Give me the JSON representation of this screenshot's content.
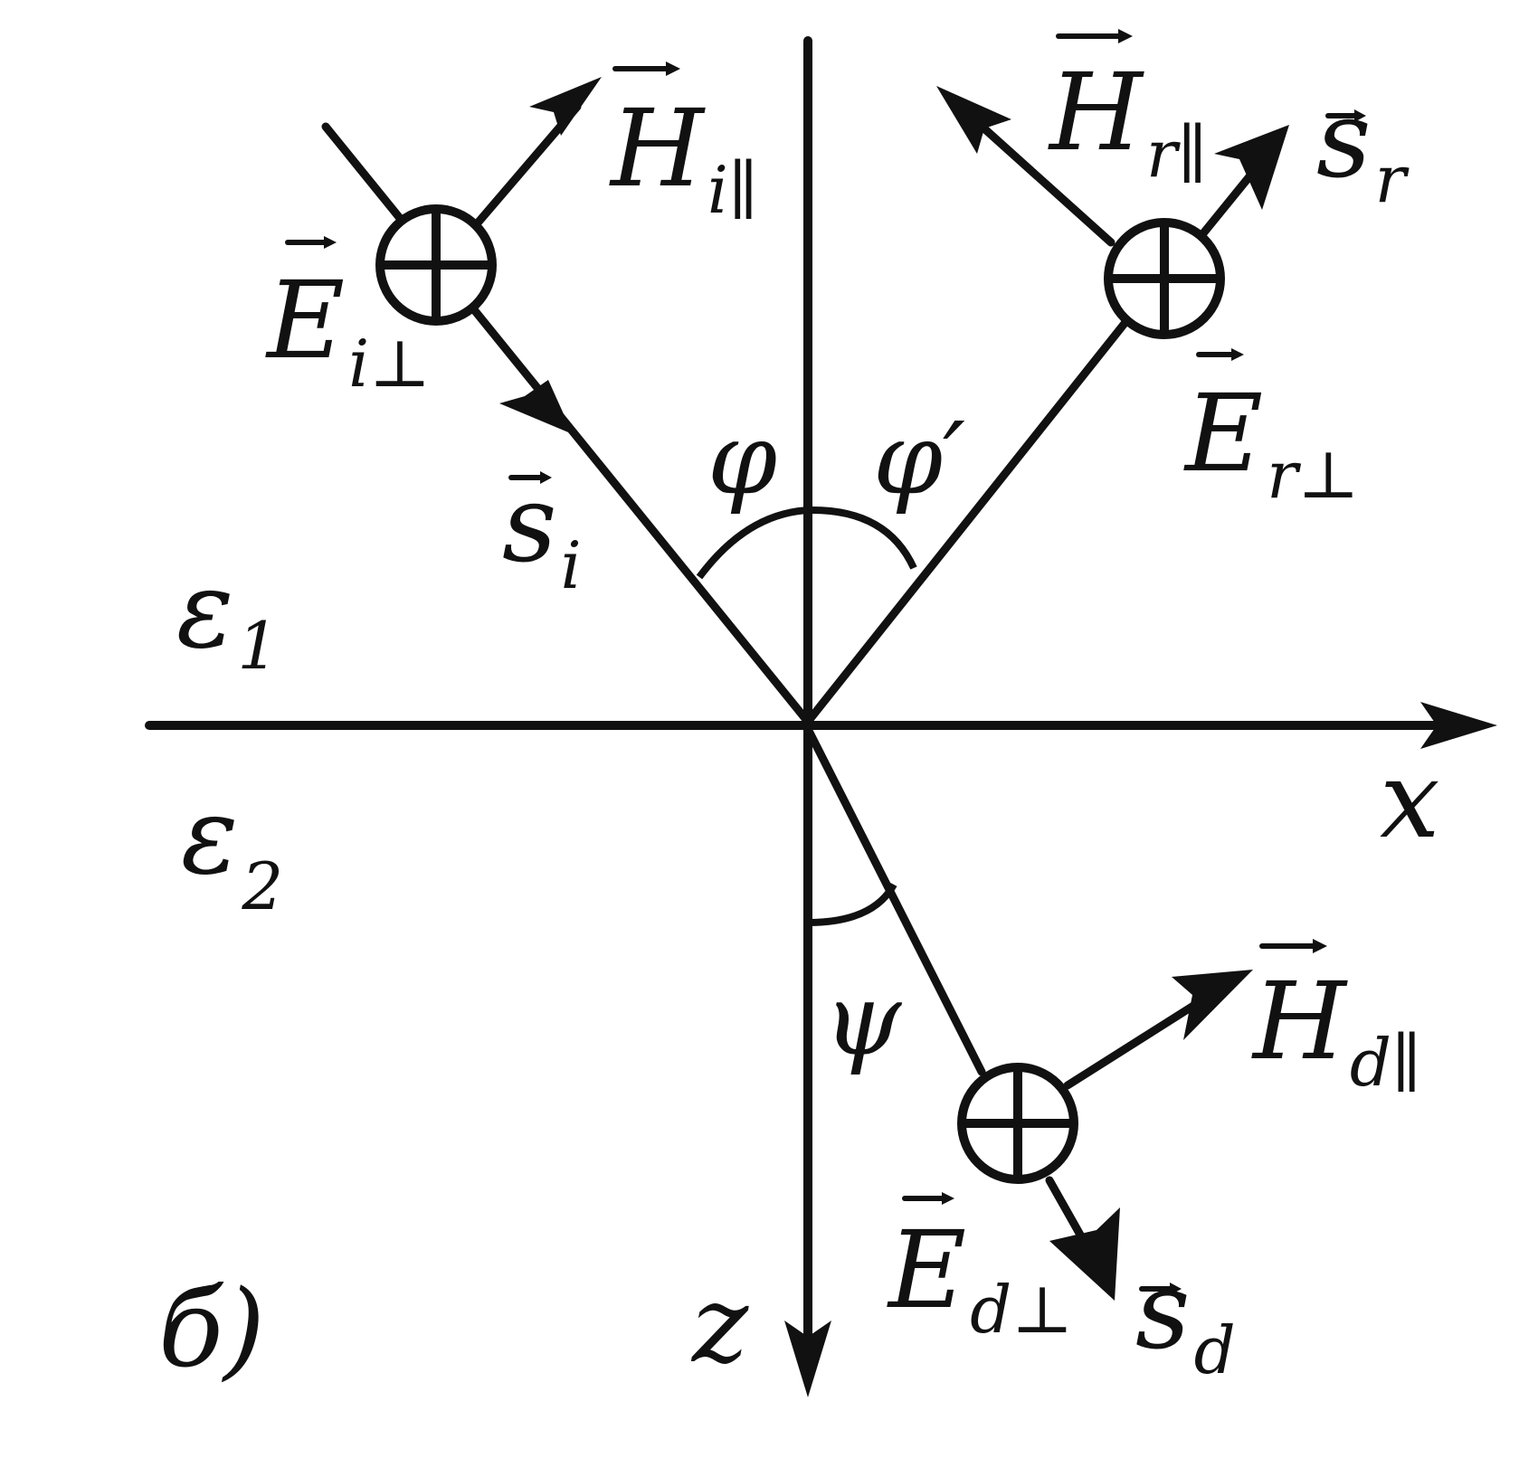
{
  "figure_label": "б)",
  "axes": {
    "x": "x",
    "z": "z"
  },
  "media": [
    {
      "symbol": "ε",
      "index": "1"
    },
    {
      "symbol": "ε",
      "index": "2"
    }
  ],
  "angles": {
    "incidence": "φ",
    "reflection": "φ′",
    "refraction": "ψ"
  },
  "vectors": {
    "H_incident": {
      "symbol": "H",
      "subscript": "i∥"
    },
    "E_incident": {
      "symbol": "E",
      "subscript": "i⊥"
    },
    "s_incident": {
      "symbol": "s",
      "subscript": "i"
    },
    "H_reflected": {
      "symbol": "H",
      "subscript": "r∥"
    },
    "s_reflected": {
      "symbol": "s",
      "subscript": "r"
    },
    "E_reflected": {
      "symbol": "E",
      "subscript": "r⊥"
    },
    "H_refracted": {
      "symbol": "H",
      "subscript": "d∥"
    },
    "E_refracted": {
      "symbol": "E",
      "subscript": "d⊥"
    },
    "s_refracted": {
      "symbol": "s",
      "subscript": "d"
    }
  }
}
